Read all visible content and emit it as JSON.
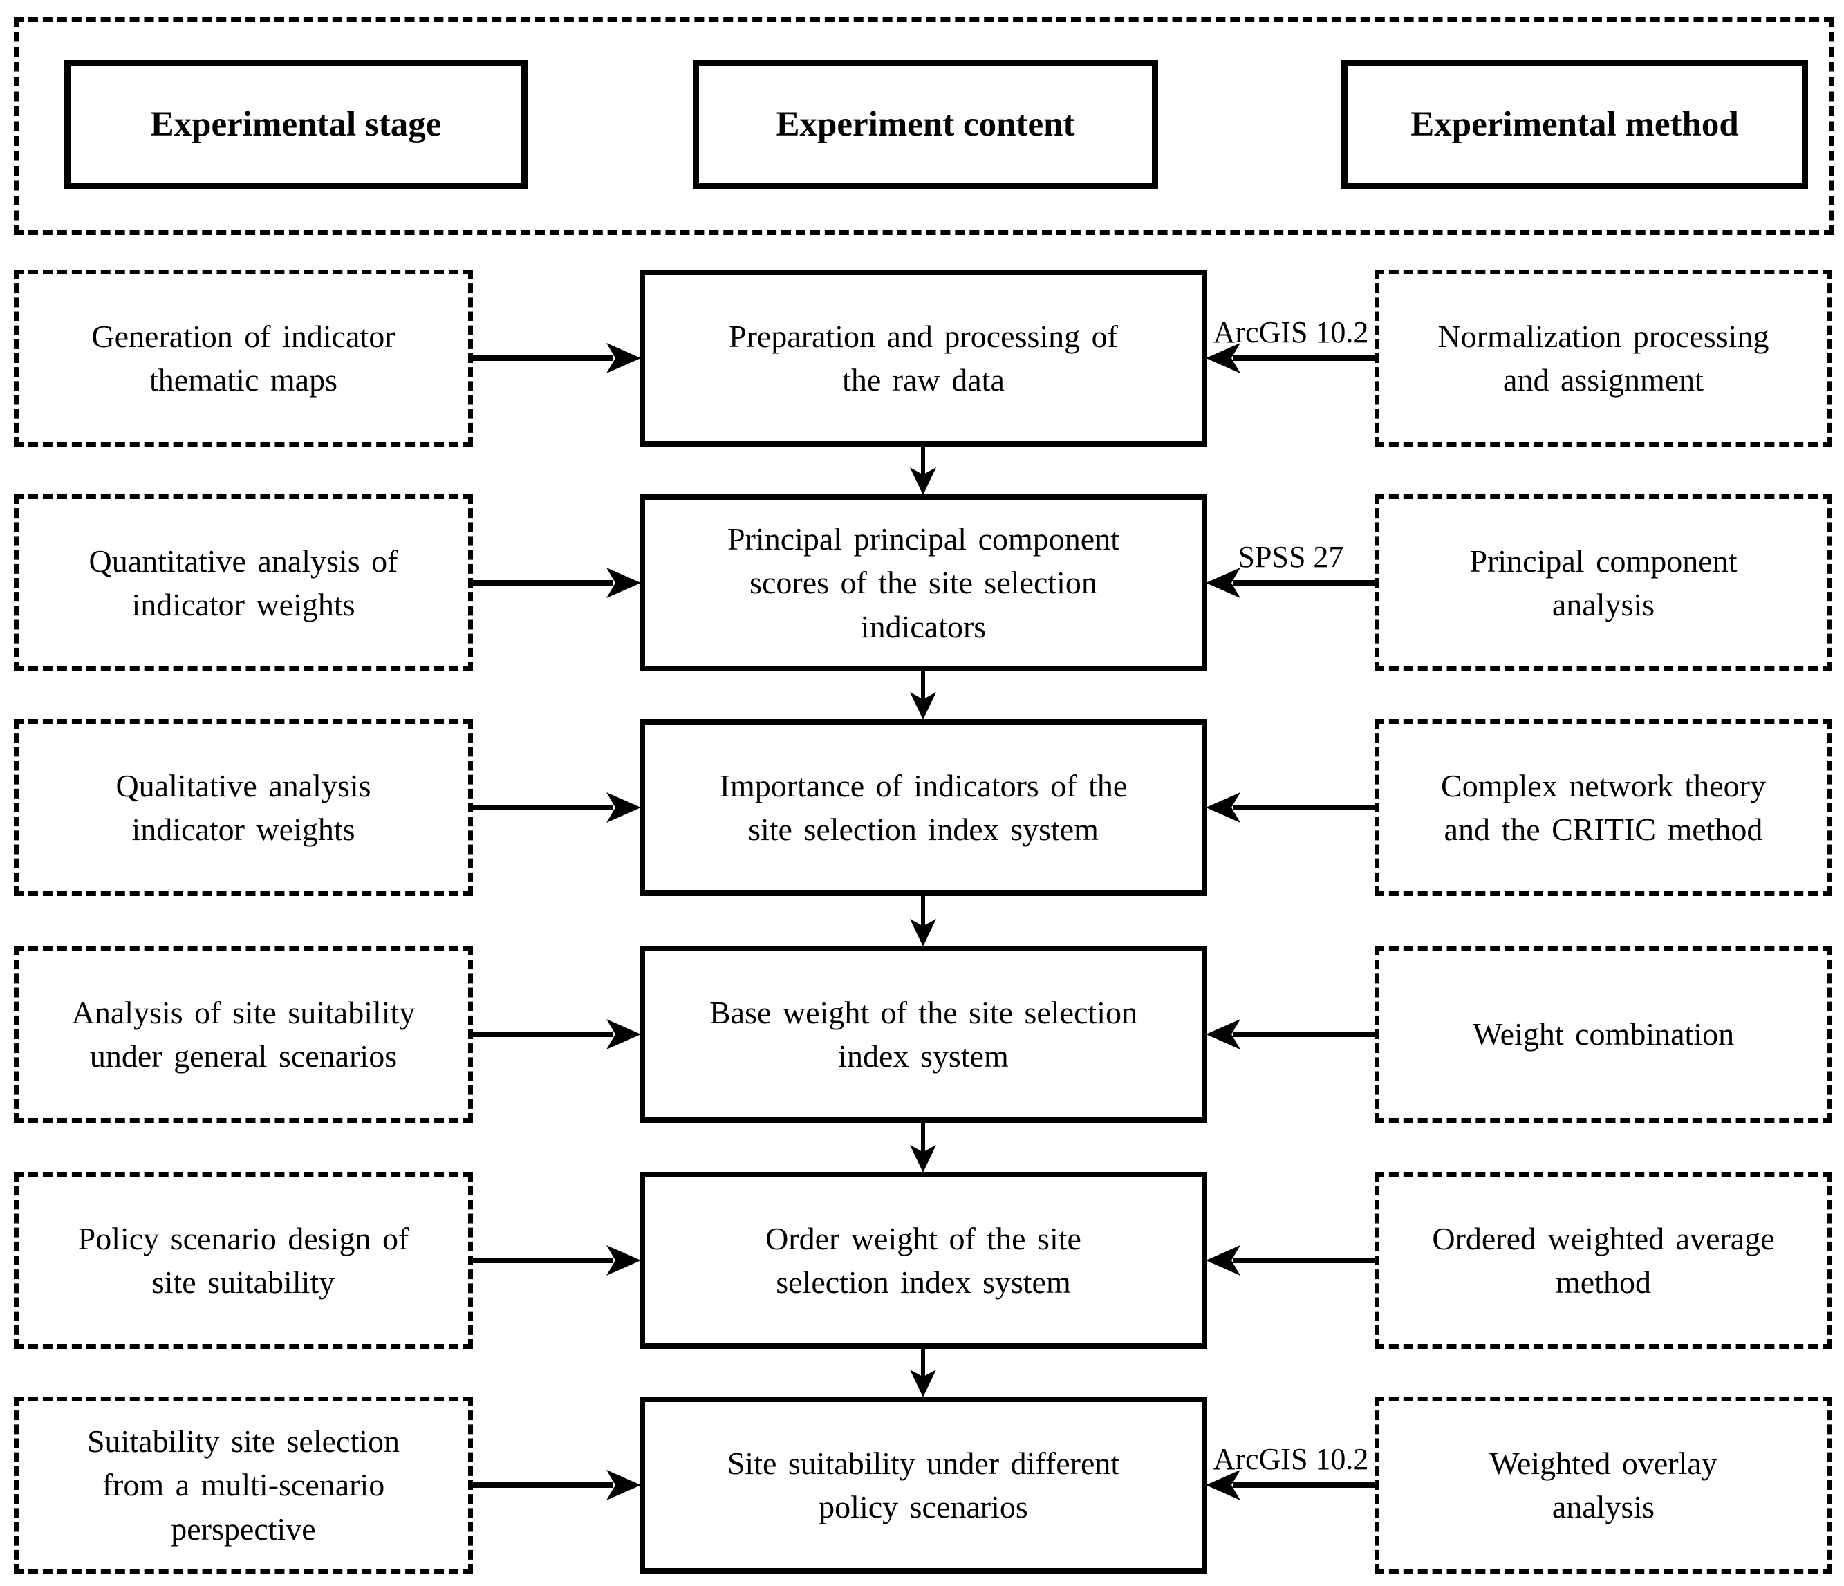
{
  "header": {
    "columns": [
      {
        "label": "Experimental stage"
      },
      {
        "label": "Experiment content"
      },
      {
        "label": "Experimental method"
      }
    ]
  },
  "rows": [
    {
      "stage": "Generation of indicator\nthematic maps",
      "content": "Preparation and processing of\nthe raw data",
      "method": "Normalization processing\nand assignment",
      "tool": "ArcGIS 10.2"
    },
    {
      "stage": "Quantitative analysis of\nindicator weights",
      "content": "Principal principal component\nscores of the site selection\nindicators",
      "method": "Principal component\nanalysis",
      "tool": "SPSS 27"
    },
    {
      "stage": "Qualitative analysis\nindicator weights",
      "content": "Importance of indicators of the\nsite selection index system",
      "method": "Complex network theory\nand the CRITIC method",
      "tool": ""
    },
    {
      "stage": "Analysis of site suitability\nunder general scenarios",
      "content": "Base weight of the site selection\nindex system",
      "method": "Weight combination",
      "tool": ""
    },
    {
      "stage": "Policy scenario design of\nsite suitability",
      "content": "Order weight of the site\nselection index system",
      "method": "Ordered weighted average\nmethod",
      "tool": ""
    },
    {
      "stage": "Suitability site selection\nfrom a multi-scenario\nperspective",
      "content": "Site suitability under different\npolicy scenarios",
      "method": "Weighted overlay\nanalysis",
      "tool": "ArcGIS 10.2"
    }
  ]
}
